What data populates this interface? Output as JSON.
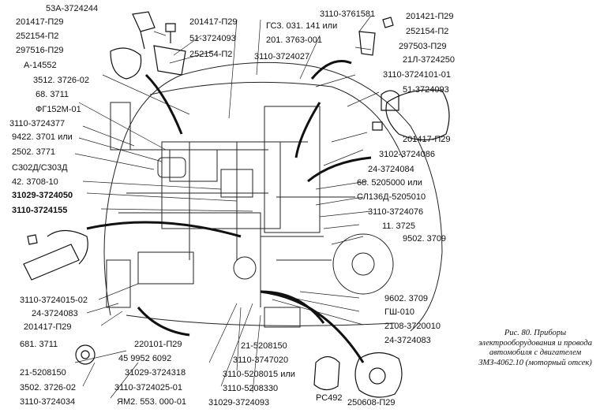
{
  "caption": "Рис. 80. Приборы электрооборудования и провода автомобиля с двигателем ЗМЗ-4062.10 (моторный отсек)",
  "labels": [
    "53А-3724244",
    "201417-П29",
    "252154-П2",
    "297516-П29",
    "А-14552",
    "3512. 3726-02",
    "68. 3711",
    "ФГ152М-01",
    "3110-3724377",
    "9422. 3701 или",
    "2502. 3771",
    "С302Д/С303Д",
    "42. 3708-10",
    "31029-3724050",
    "3110-3724155",
    "3110-3724015-02",
    "24-3724083",
    "201417-П29",
    "681. 3711",
    "21-5208150",
    "3502. 3726-02",
    "3110-3724034",
    "201417-П29",
    "51-3724093",
    "252154-П2",
    "ГС3. 031. 141 или",
    "201. 3763-001",
    "3110-3724027",
    "3110-3761581",
    "201421-П29",
    "252154-П2",
    "297503-П29",
    "21Л-3724250",
    "3110-3724101-01",
    "51-3724093",
    "201417-П29",
    "3102-3724086",
    "24-3724084",
    "68. 5205000 или",
    "СЛ136Д-5205010",
    "3110-3724076",
    "11. 3725",
    "9502. 3709",
    "9602. 3709",
    "ГШ-010",
    "2108-3720010",
    "24-3724083",
    "220101-П29",
    "45 9952 6092",
    "31029-3724318",
    "3110-3724025-01",
    "ЯМ2. 553. 000-01",
    "21-5208150",
    "3110-3747020",
    "3110-5208015 или",
    "3110-5208330",
    "31029-3724093",
    "РС492",
    "250608-П29"
  ]
}
